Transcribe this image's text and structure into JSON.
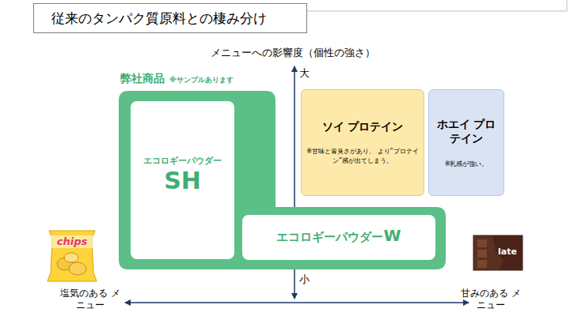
{
  "diagram": {
    "nodes": [
      {
        "text": [
          "従来のタンパク質原料との棲み分け"
        ]
      },
      {
        "text": [
          "弊社商品",
          "※サンプルあります"
        ]
      },
      {
        "text": [
          "エコロギーパウダー",
          "SH"
        ],
        "in": 1
      },
      {
        "text": [
          "エコロギーパウダー",
          "W"
        ],
        "in": 1
      },
      {
        "text": [
          "ソイ プロテイン",
          "※甘味と青臭さがあり、 より“プロテイン”感が出てしまう。"
        ]
      },
      {
        "text": [
          "ホエイ プロテイン",
          "※乳感が強い。"
        ]
      }
    ],
    "labels": [
      "メニューへの影響度（個性の強さ）",
      "大",
      "小",
      "塩気のある メニュー",
      "甘みのある メニュー",
      "chips",
      "late"
    ]
  }
}
